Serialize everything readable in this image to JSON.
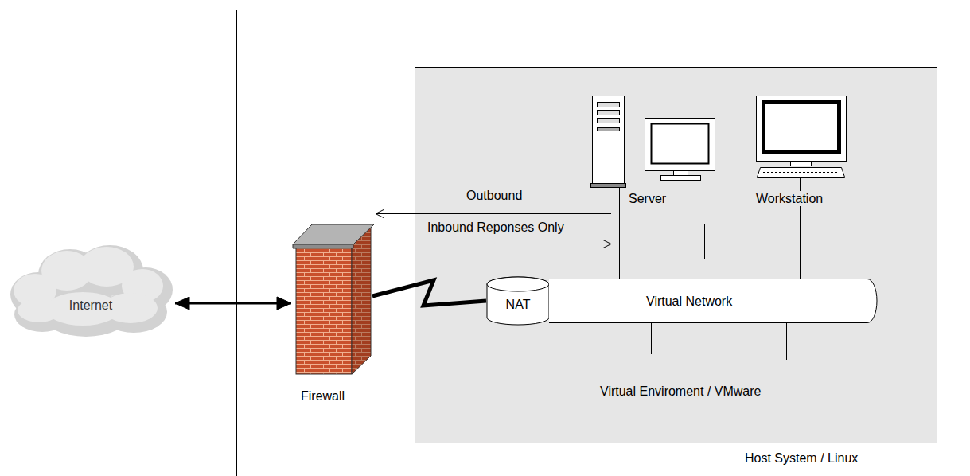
{
  "diagram": {
    "nodes": [
      {
        "text": [
          "Internet"
        ]
      },
      {
        "text": [
          "Host System / Linux"
        ]
      },
      {
        "text": [
          "Firewall"
        ],
        "in": 1
      },
      {
        "text": [
          "Virtual Enviroment / VMware"
        ],
        "in": 1
      },
      {
        "text": [
          "Server"
        ],
        "in": 3
      },
      {
        "text": [
          "Workstation"
        ],
        "in": 3
      },
      {
        "text": [
          "NAT"
        ],
        "in": 3
      },
      {
        "text": [
          "Virtual Network"
        ],
        "in": 3
      }
    ],
    "edges": [
      {
        "from": 0,
        "to": 2,
        "arrow": "both"
      },
      {
        "from": 2,
        "to": 6,
        "arrow": "none"
      },
      {
        "from": 4,
        "to": 2,
        "label": "Outbound",
        "arrow": "to"
      },
      {
        "from": 2,
        "to": 4,
        "label": "Inbound Reponses Only",
        "arrow": "to"
      },
      {
        "from": 4,
        "to": 7,
        "arrow": "none"
      },
      {
        "from": 5,
        "to": 7,
        "arrow": "none"
      }
    ]
  }
}
